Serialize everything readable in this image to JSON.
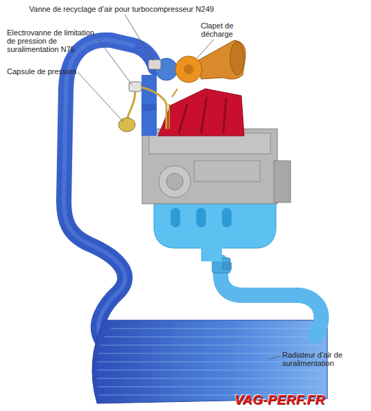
{
  "diagram": {
    "labels": [
      "Vanne de recyclage d’air pour turbocompresseur N249",
      "Electrovanne de limitation de pression de suralimentation N75",
      "Capsule de pression",
      "Clapet de décharge",
      "Radiateur d’air de suralimentation",
      "VAG-PERF.FR"
    ]
  }
}
